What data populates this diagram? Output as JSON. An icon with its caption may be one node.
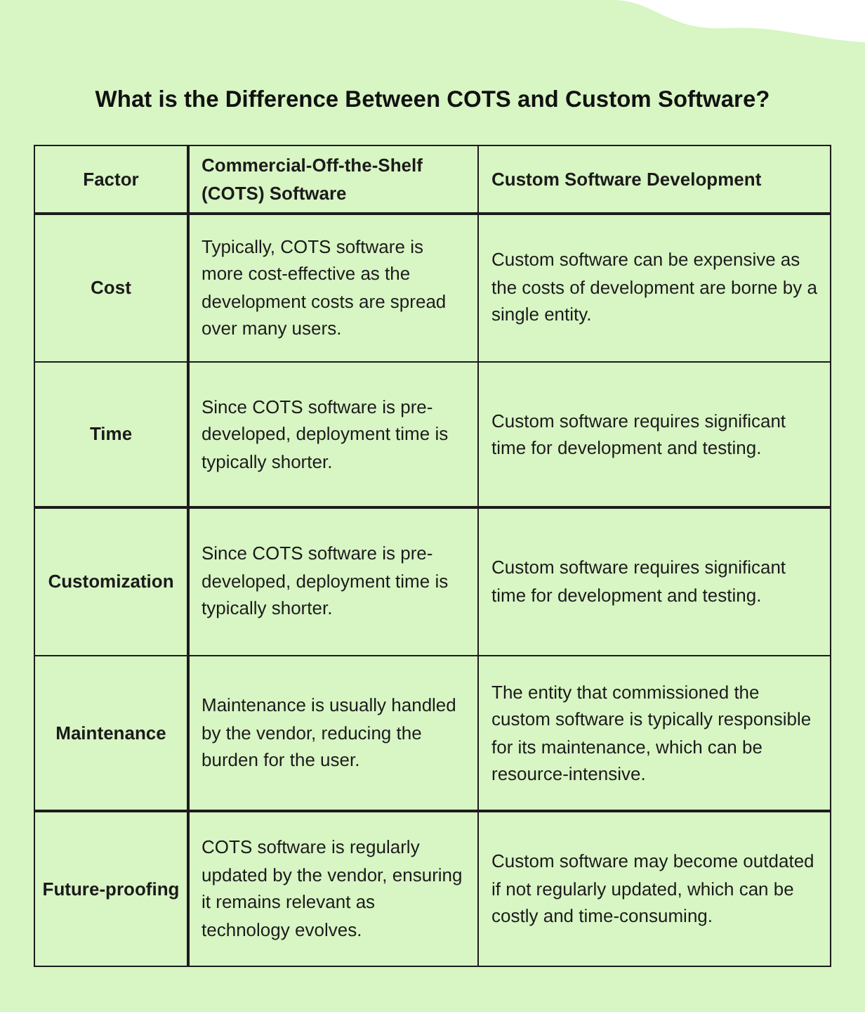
{
  "diagram": {
    "title": "What is the Difference Between COTS and Custom Software?",
    "labels": [
      "Factor",
      "Commercial-Off-the-Shelf (COTS) Software",
      "Custom Software Development",
      "Cost",
      "Typically, COTS software is more cost-effective as the development costs are spread over many users.",
      "Custom software can be expensive as the costs of development are borne by a single entity.",
      "Time",
      "Since COTS software is pre-developed, deployment time is typically shorter.",
      "Custom software requires significant time for development and testing.",
      "Customization",
      "Since COTS software is pre-developed, deployment time is typically shorter.",
      "Custom software requires significant time for development and testing.",
      "Maintenance",
      "Maintenance is usually handled by the vendor, reducing the burden for the user.",
      "The entity that commissioned the custom software is typically responsible for its maintenance, which can be resource-intensive.",
      "Future-proofing",
      "COTS software is regularly updated by the vendor, ensuring it remains relevant as technology evolves.",
      "Custom software may become outdated if not regularly updated, which can be costly and time-consuming."
    ]
  }
}
